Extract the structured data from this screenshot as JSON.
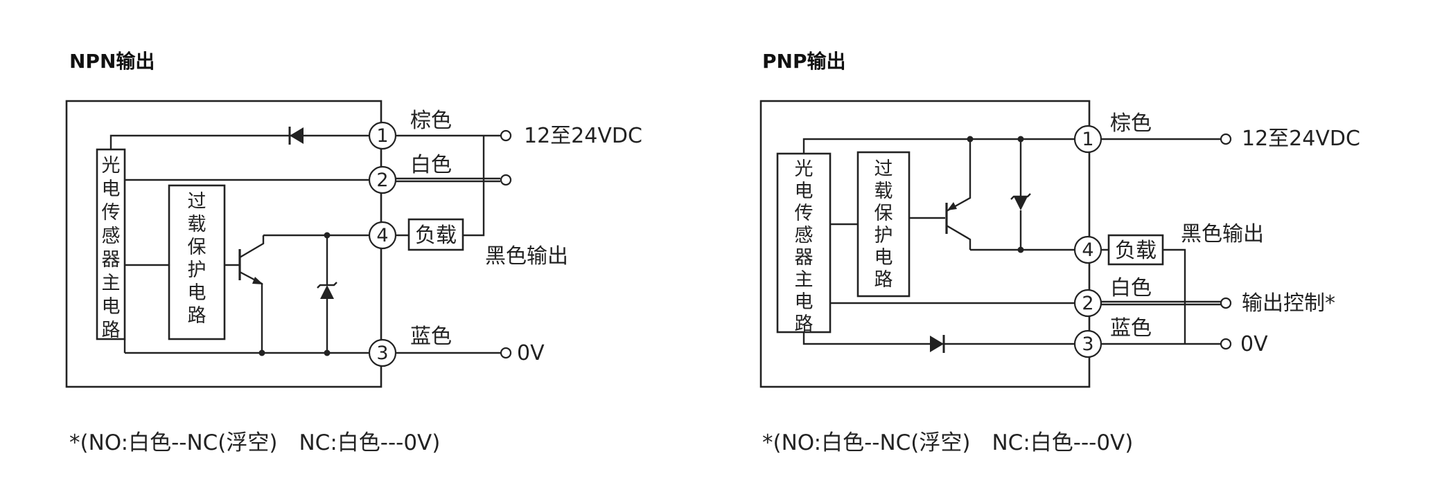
{
  "npn": {
    "title": "NPN输出",
    "sensor_label": "光电传感器主电路",
    "protect_label": "过载保护电路",
    "pins": [
      "1",
      "2",
      "4",
      "3"
    ],
    "wire_brown": "棕色",
    "wire_white": "白色",
    "wire_blue": "蓝色",
    "load": "负载",
    "supply": "12至24VDC",
    "black_output": "黑色输出",
    "zero_v": "0V"
  },
  "pnp": {
    "title": "PNP输出",
    "sensor_label": "光电传感器主电路",
    "protect_label": "过载保护电路",
    "pins": [
      "1",
      "4",
      "2",
      "3"
    ],
    "wire_brown": "棕色",
    "wire_white": "白色",
    "wire_blue": "蓝色",
    "load": "负载",
    "supply": "12至24VDC",
    "black_output": "黑色输出",
    "output_control": "输出控制*",
    "zero_v": "0V"
  },
  "footnote": "*(NO:白色--NC(浮空)　NC:白色---0V)"
}
